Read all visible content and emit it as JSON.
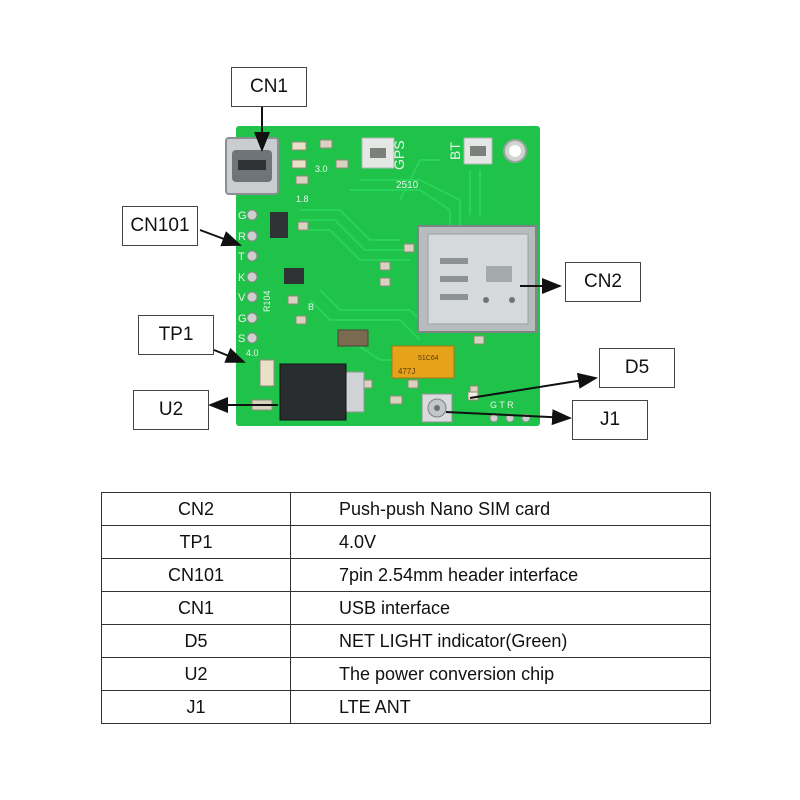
{
  "callouts": {
    "cn1": "CN1",
    "cn101": "CN101",
    "tp1": "TP1",
    "u2": "U2",
    "cn2": "CN2",
    "d5": "D5",
    "j1": "J1"
  },
  "board": {
    "silk_gps": "GPS",
    "silk_bt": "BT",
    "silk_30": "3.0",
    "silk_18": "1.8",
    "silk_2510": "2510",
    "silk_40": "4.0",
    "silk_r104": "R104",
    "silk_b": "B",
    "pin_labels": [
      "G",
      "R",
      "T",
      "K",
      "V",
      "G",
      "S"
    ],
    "silk_gtr": "G T R",
    "cap_code": "477J",
    "cap_code2": "51C64",
    "colors": {
      "pcb": "#1fc34a",
      "pcb_dark": "#17a83c",
      "trace": "#26d356"
    }
  },
  "table": {
    "rows": [
      {
        "name": "CN2",
        "desc": "Push-push Nano SIM card"
      },
      {
        "name": "TP1",
        "desc": "4.0V"
      },
      {
        "name": "CN101",
        "desc": "7pin 2.54mm header interface"
      },
      {
        "name": "CN1",
        "desc": "USB interface"
      },
      {
        "name": "D5",
        "desc": "NET LIGHT indicator(Green)"
      },
      {
        "name": "U2",
        "desc": "The power conversion chip"
      },
      {
        "name": "J1",
        "desc": "LTE ANT"
      }
    ]
  }
}
